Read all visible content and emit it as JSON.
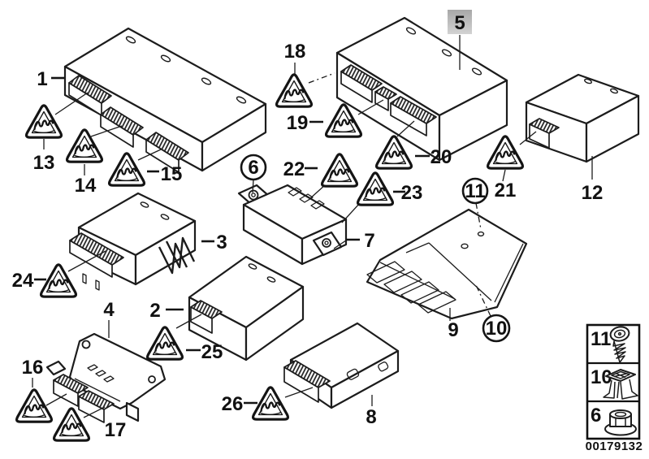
{
  "diagram": {
    "description": "exploded-parts-diagram-of-body-control-modules",
    "labels": {
      "l1": "1",
      "l2": "2",
      "l3": "3",
      "l4": "4",
      "l5": "5",
      "l6": "6",
      "l7": "7",
      "l8": "8",
      "l9": "9",
      "l10": "10",
      "l11": "11",
      "l12": "12",
      "l13": "13",
      "l14": "14",
      "l15": "15",
      "l16": "16",
      "l17": "17",
      "l18": "18",
      "l19": "19",
      "l20": "20",
      "l21": "21",
      "l22": "22",
      "l23": "23",
      "l24": "24",
      "l25": "25",
      "l26": "26"
    },
    "highlighted_callout": "5",
    "circled_callouts": [
      "6",
      "11",
      "10"
    ],
    "warning_icon": "coding-warning-triangle"
  },
  "legend": {
    "rows": [
      {
        "callout": "11",
        "icon": "screw-icon"
      },
      {
        "callout": "10",
        "icon": "expanding-rivet-icon"
      },
      {
        "callout": "6",
        "icon": "flange-nut-icon"
      }
    ],
    "drawing_number": "00179132"
  },
  "colors": {
    "line": "#1c1c1c",
    "highlight_bg": "#b5b5b5",
    "background": "#ffffff"
  }
}
